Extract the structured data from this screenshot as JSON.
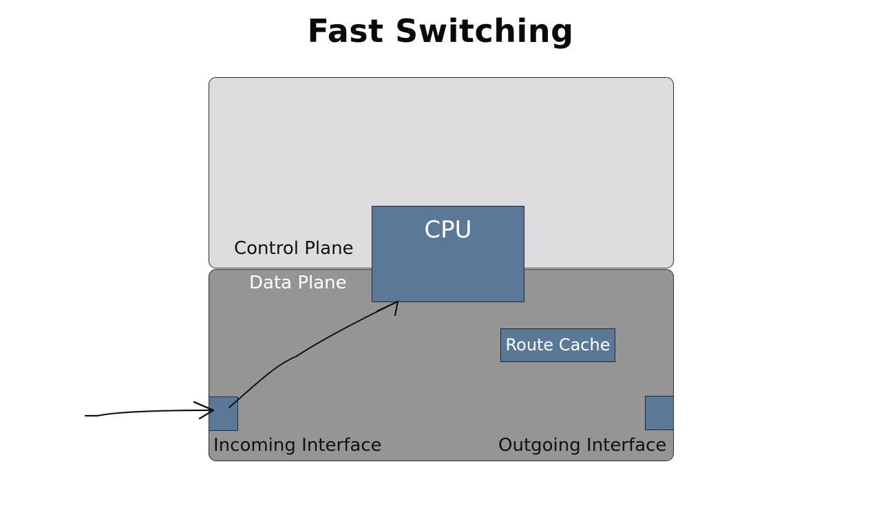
{
  "title": "Fast Switching",
  "planes": {
    "control": "Control Plane",
    "data": "Data Plane"
  },
  "components": {
    "cpu": "CPU",
    "route_cache": "Route Cache",
    "incoming_interface": "Incoming Interface",
    "outgoing_interface": "Outgoing Interface"
  },
  "annotations": [
    {
      "type": "hand-drawn-arrow",
      "from": "outside",
      "to": "incoming_interface"
    },
    {
      "type": "hand-drawn-arrow",
      "from": "incoming_interface",
      "to": "cpu"
    }
  ],
  "colors": {
    "control_plane_fill": "#dedcdf",
    "data_plane_fill": "#959595",
    "component_fill": "#5b7896"
  }
}
